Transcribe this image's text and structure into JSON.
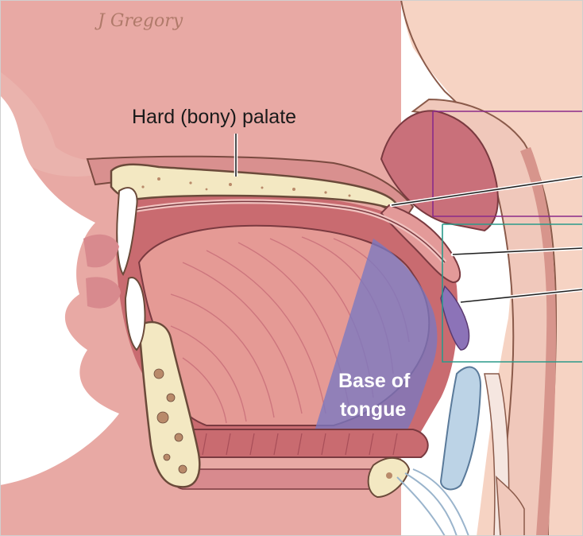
{
  "signature": "J Gregory",
  "labels": {
    "hard_palate": "Hard (bony) palate",
    "base_of_tongue_line1": "Base of",
    "base_of_tongue_line2": "tongue"
  },
  "colors": {
    "skin": "#e8a9a4",
    "skin_light": "#f4c7bf",
    "mucosa": "#d88a8e",
    "mucosa_dark": "#c9707a",
    "tongue": "#e59a95",
    "muscle": "#c96b70",
    "bone": "#f3e8c2",
    "bone_outline": "#6b4a3a",
    "pharynx_wall": "#f1c9bd",
    "base_of_tongue_overlay": "#7a78c2",
    "nasopharynx_box": "#8a2b8a",
    "oropharynx_box": "#2a9a8a",
    "airway": "#f5e6e0",
    "epiglottis": "#bcd3e6"
  }
}
